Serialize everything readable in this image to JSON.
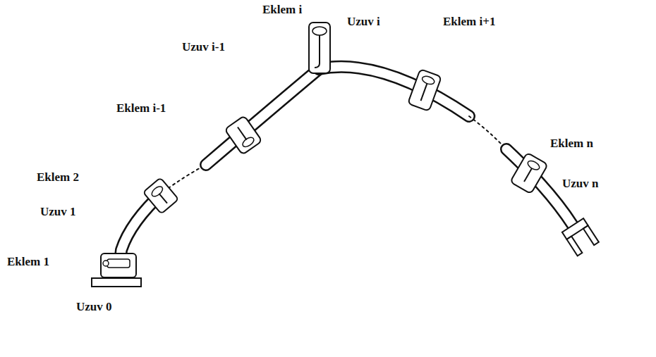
{
  "diagram": {
    "labels": [
      "Eklem i",
      "Uzuv i-1",
      "Uzuv i",
      "Eklem i+1",
      "Eklem i-1",
      "Eklem n",
      "Eklem 2",
      "Uzuv n",
      "Uzuv 1",
      "Eklem 1",
      "Uzuv 0"
    ]
  }
}
